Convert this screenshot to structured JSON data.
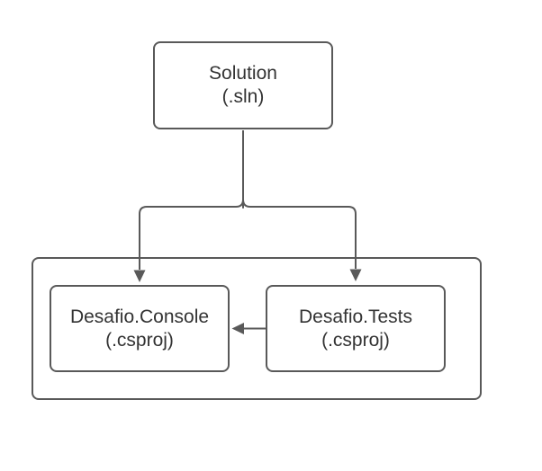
{
  "colors": {
    "stroke": "#595959",
    "text": "#333333",
    "background": "#ffffff",
    "node_fill": "#ffffff"
  },
  "diagram": {
    "type": "dependency-diagram",
    "nodes": {
      "solution": {
        "line1": "Solution",
        "line2": "(.sln)"
      },
      "console": {
        "line1": "Desafio.Console",
        "line2": "(.csproj)"
      },
      "tests": {
        "line1": "Desafio.Tests",
        "line2": "(.csproj)"
      }
    },
    "edges": [
      {
        "from": "solution",
        "to": "console",
        "arrow": "target"
      },
      {
        "from": "solution",
        "to": "tests",
        "arrow": "target"
      },
      {
        "from": "tests",
        "to": "console",
        "arrow": "target"
      }
    ]
  }
}
